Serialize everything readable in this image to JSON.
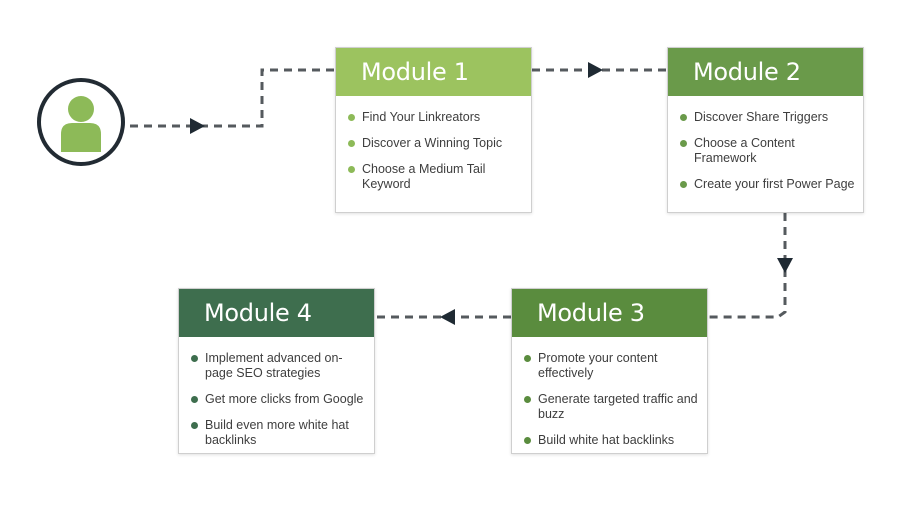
{
  "colors": {
    "connector": "#555a5e",
    "arrowhead": "#1f2a33",
    "avatar_ring": "#222b33",
    "avatar_person": "#8dba58",
    "module_1": "#9cc35f",
    "module_2": "#6a9a4a",
    "module_3": "#5a8c3e",
    "module_4": "#3e6e4e",
    "bullet_light": "#8dba58",
    "bullet_dark": "#3e6e4e"
  },
  "start": {
    "icon": "user-icon"
  },
  "modules": [
    {
      "title": "Module 1",
      "items": [
        "Find Your Linkreators",
        "Discover a Winning Topic",
        "Choose a Medium Tail Keyword"
      ]
    },
    {
      "title": "Module 2",
      "items": [
        "Discover Share Triggers",
        "Choose a Content Framework",
        "Create your first Power Page"
      ]
    },
    {
      "title": "Module 3",
      "items": [
        "Promote your content effectively",
        "Generate targeted traffic and buzz",
        "Build white hat backlinks"
      ]
    },
    {
      "title": "Module 4",
      "items": [
        "Implement advanced on-page SEO strategies",
        "Get more clicks from Google",
        "Build even more white hat backlinks"
      ]
    }
  ]
}
